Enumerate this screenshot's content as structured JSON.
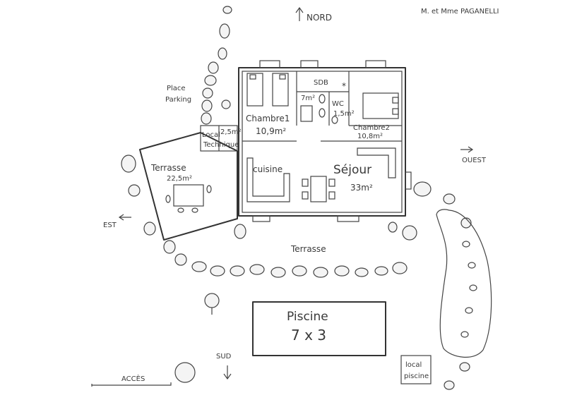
{
  "owners": "M. et Mme PAGANELLI",
  "compass": {
    "north": "NORD",
    "south": "SUD",
    "east": "EST",
    "west": "OUEST"
  },
  "rooms": {
    "bedroom1": {
      "name": "Chambre1",
      "area": "10,9m²"
    },
    "bedroom2": {
      "name": "Chambre2",
      "area": "10,8m²"
    },
    "bathroom": {
      "name": "SDB",
      "area": "7m²"
    },
    "wc": {
      "name": "WC",
      "area": "1,5m²"
    },
    "kitchen": {
      "name": "cuisine"
    },
    "living": {
      "name": "Séjour",
      "area": "33m²"
    },
    "tech_room": {
      "name": "Local",
      "name2": "Technique",
      "area": "2,5m²"
    }
  },
  "outdoor": {
    "parking": {
      "line1": "Place",
      "line2": "Parking"
    },
    "terrace_side": {
      "name": "Terrasse",
      "area": "22,5m²"
    },
    "terrace_front": {
      "name": "Terrasse"
    },
    "pool": {
      "name": "Piscine",
      "size": "7 x 3"
    },
    "pool_room": {
      "line1": "local",
      "line2": "piscine"
    },
    "access": "ACCÈS"
  }
}
